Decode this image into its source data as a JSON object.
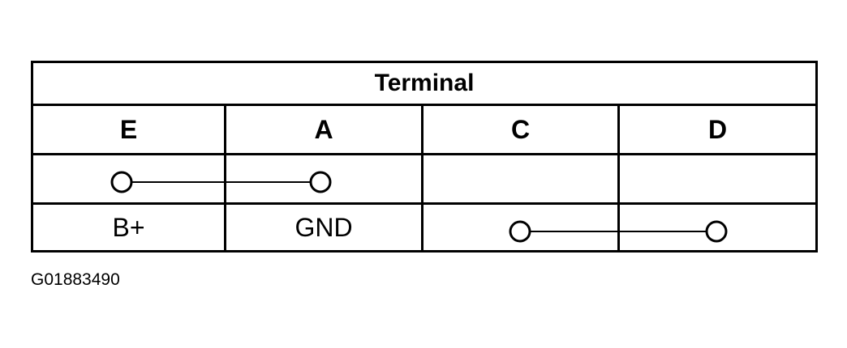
{
  "title": "Terminal",
  "columns": [
    "E",
    "A",
    "C",
    "D"
  ],
  "rows": [
    {
      "cells": [
        "",
        "",
        "",
        ""
      ],
      "connection": [
        "E",
        "A"
      ]
    },
    {
      "cells": [
        "B+",
        "GND",
        "",
        ""
      ],
      "connection": [
        "C",
        "D"
      ]
    }
  ],
  "figure_id": "G01883490"
}
